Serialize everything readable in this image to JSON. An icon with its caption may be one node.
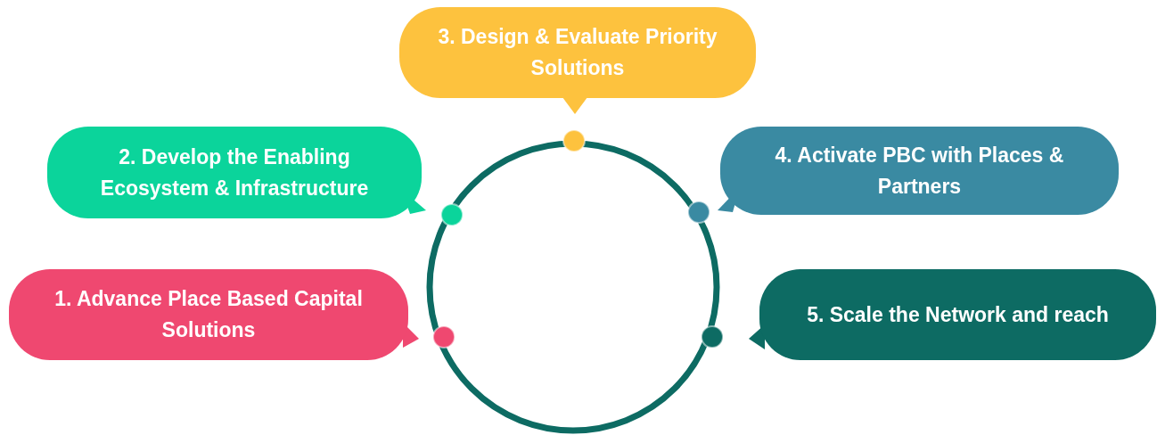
{
  "diagram": {
    "nodes": [
      {
        "text": [
          "3. Design & Evaluate Priority Solutions"
        ]
      },
      {
        "text": [
          "2. Develop the Enabling Ecosystem & Infrastructure"
        ]
      },
      {
        "text": [
          "4. Activate PBC with Places & Partners"
        ]
      },
      {
        "text": [
          "1. Advance Place Based Capital Solutions"
        ]
      },
      {
        "text": [
          "5. Scale the Network and reach"
        ]
      }
    ]
  }
}
